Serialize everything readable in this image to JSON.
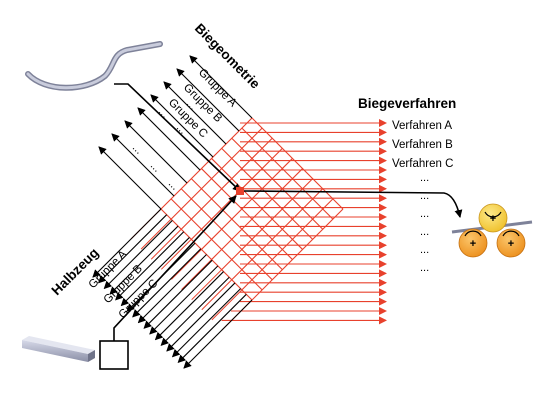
{
  "titles": {
    "biegeometrie": "Biegeometrie",
    "biegeverfahren": "Biegeverfahren",
    "halbzeug": "Halbzeug"
  },
  "geometry_groups": [
    "Gruppe A",
    "Gruppe B",
    "Gruppe C"
  ],
  "halbzeug_groups": [
    "Gruppe A",
    "Gruppe B",
    "Gruppe C"
  ],
  "verfahren": [
    "Verfahren A",
    "Verfahren B",
    "Verfahren C"
  ],
  "ellipsis": "...",
  "roller_signs": {
    "top": "+",
    "left": "+",
    "right": "+"
  },
  "colors": {
    "grid_red": "#e8412d",
    "selected_node": "#e8412d",
    "roller_orange": "#f2a32c",
    "roller_yellow": "#f6cf3c",
    "arrow_black": "#000000",
    "material_gray": "#9fa3b8"
  }
}
